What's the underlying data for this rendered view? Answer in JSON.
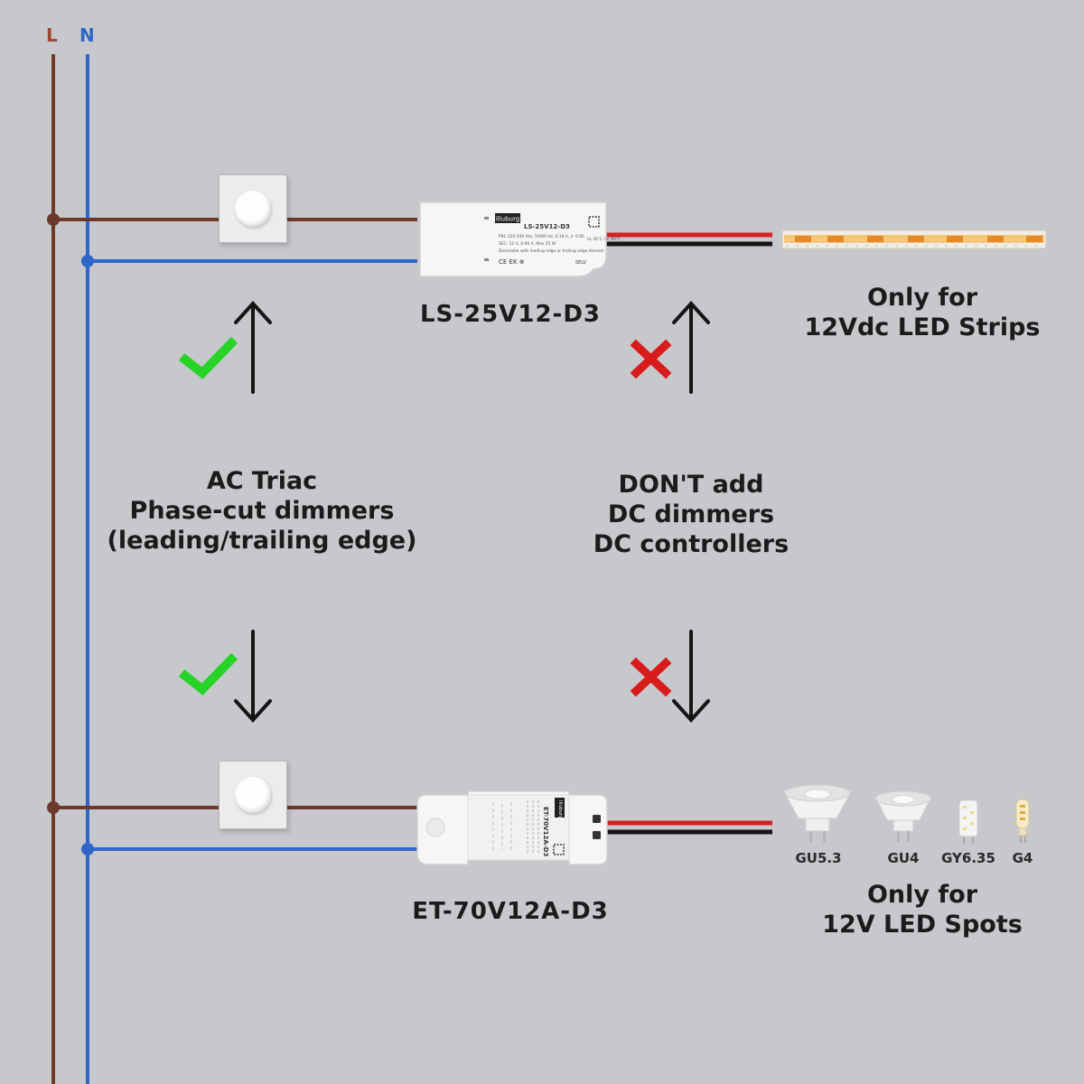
{
  "rails": {
    "live": "L",
    "neutral": "N"
  },
  "colors": {
    "live": "#6b3a2a",
    "neutral": "#2f66c8",
    "red_wire": "#d42020",
    "black_wire": "#151515",
    "check": "#27d327",
    "cross": "#d81b1b",
    "background": "#c7c8cc"
  },
  "top_driver": {
    "model": "LS-25V12-D3",
    "brand": "illuburg",
    "label_title": "LS-25V12-D3",
    "label_line1": "PRI: 220-240 Vac, 50/60 Hz, 0.18 A, λ: 0.85",
    "label_line2": "SEC: 12 V,  0-06 A, Max 25 W",
    "label_line3": "Dimmable with leading edge or trailing edge dimmer",
    "ce_marks": "CE EK ⊕",
    "temps": "ta: 50°C / tc: 80°C",
    "selv": "SELV"
  },
  "bottom_driver": {
    "model": "ET-70V12A-D3",
    "brand": "illuburg",
    "label_title": "ET-70V12A-D3"
  },
  "strip_note": {
    "line1": "Only for",
    "line2": "12Vdc LED Strips"
  },
  "spots_note": {
    "line1": "Only for",
    "line2": "12V LED Spots"
  },
  "bulbs": [
    "GU5.3",
    "GU4",
    "GY6.35",
    "G4"
  ],
  "dimmer_note": {
    "line1": "AC Triac",
    "line2": "Phase-cut dimmers",
    "line3": "(leading/trailing edge)"
  },
  "dc_note": {
    "line1": "DON'T add",
    "line2": "DC dimmers",
    "line3": "DC controllers"
  },
  "icons": {
    "ok": "check-icon",
    "bad": "cross-icon",
    "up": "arrow-up-icon",
    "down": "arrow-down-icon"
  }
}
